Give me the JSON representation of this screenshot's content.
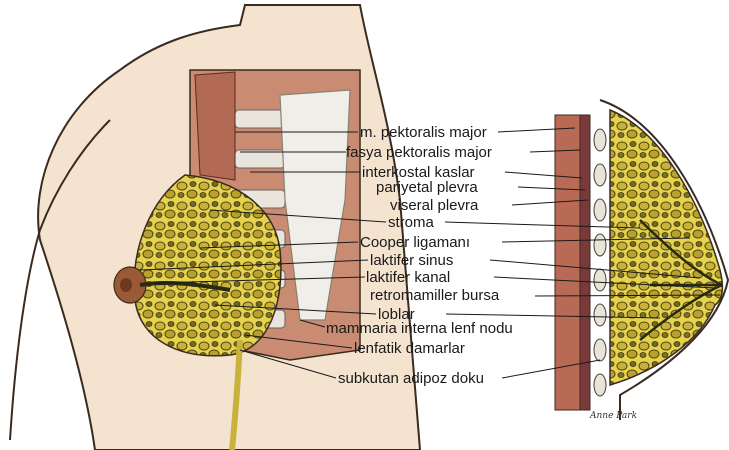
{
  "labels": [
    "m. pektoralis major",
    "fasya pektoralis major",
    "interkostal kaslar",
    "pariyetal plevra",
    "viseral plevra",
    "stroma",
    "Cooper ligamanı",
    "laktifer sinus",
    "laktifer kanal",
    "retromamiller bursa",
    "loblar",
    "mammaria interna lenf nodu",
    "lenfatik damarlar",
    "subkutan adipoz doku"
  ],
  "signature": "Anne Park",
  "colors": {
    "skin": "#f3e3cf",
    "skin_outline": "#3a2a20",
    "muscle": "#b26a55",
    "rib": "#eae6dc",
    "fat": "#e2cf45",
    "lobule": "#6b6a2a",
    "nipple": "#9a5a35",
    "pleura": "#7a3a3a"
  }
}
